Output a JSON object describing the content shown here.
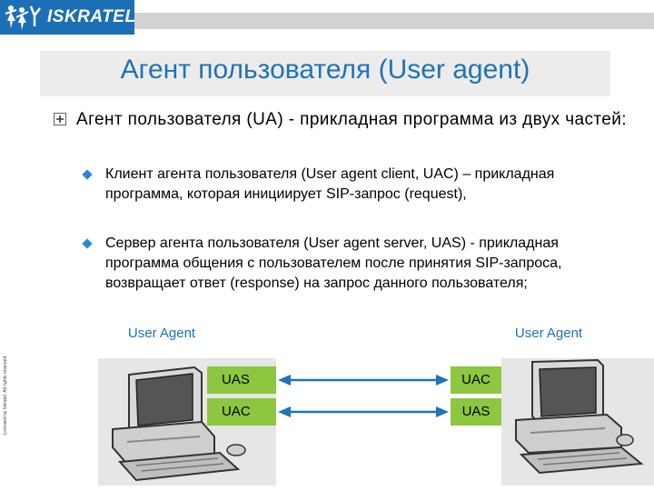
{
  "logo": {
    "text": "ISKRATEL"
  },
  "title": "Агент пользователя (User agent)",
  "intro": {
    "marker_icon": "plus-box-icon",
    "text": "Агент пользователя (UA) - прикладная программа из двух частей:"
  },
  "bullets": [
    {
      "icon": "diamond-bullet-icon",
      "text": "Клиент агента пользователя (User agent client, UAC) – прикладная программа, которая инициирует SIP-запрос (request),"
    },
    {
      "icon": "diamond-bullet-icon",
      "text": "Сервер агента пользователя (User agent server, UAS) - прикладная программа общения с пользователем после принятия SIP-запроса, возвращает ответ (response) на запрос данного пользователя;"
    }
  ],
  "diagram": {
    "left_label": "User Agent",
    "right_label": "User Agent",
    "left_boxes": [
      "UAS",
      "UAC"
    ],
    "right_boxes": [
      "UAC",
      "UAS"
    ],
    "box_color": "#8dc63f",
    "arrow_color": "#1f73b8"
  },
  "side_note": "Licensed by Iskratel. All rights reserved",
  "colors": {
    "title": "#1f73b8",
    "logo_bg": "#1c6fb5",
    "bullet": "#2b86d6"
  }
}
